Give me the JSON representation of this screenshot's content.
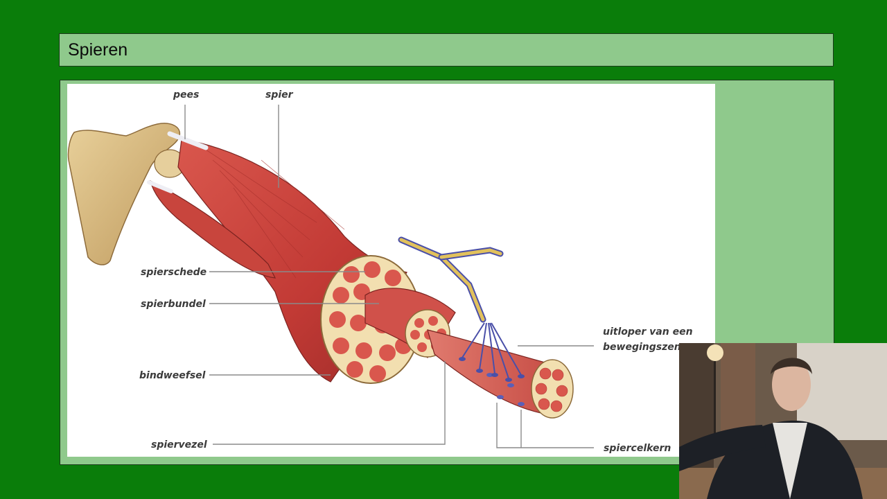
{
  "slide": {
    "title": "Spieren"
  },
  "diagram": {
    "labels": {
      "pees": "pees",
      "spier": "spier",
      "spierschede": "spierschede",
      "spierbundel": "spierbundel",
      "bindweefsel": "bindweefsel",
      "spiervezel": "spiervezel",
      "uitloper_line1": "uitloper van een",
      "uitloper_line2": "bewegingszenuw",
      "spiercelkern": "spiercelkern"
    }
  },
  "colors": {
    "background": "#0a7d0a",
    "panel": "#8fc98c",
    "muscle": "#c9423c",
    "bone": "#d9bb82",
    "nerve": "#4a4fa8"
  }
}
